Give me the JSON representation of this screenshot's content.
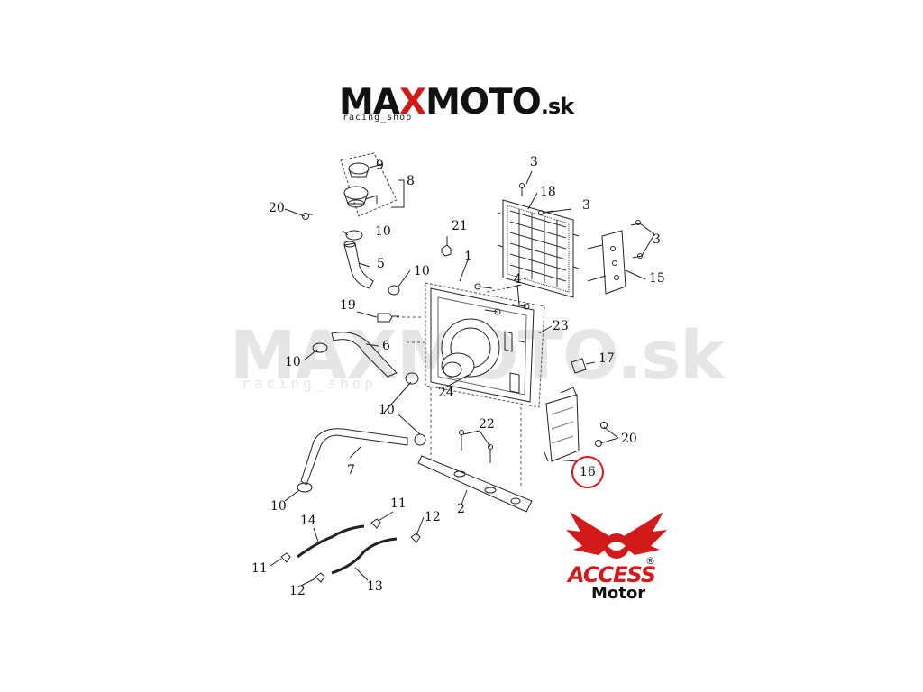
{
  "logo": {
    "name_part1": "MA",
    "name_accent": "X",
    "name_part2": "MOTO",
    "domain": ".sk",
    "tagline": "racing_shop"
  },
  "watermark": {
    "text": "MAXMOTO.sk",
    "sub": "racing_shop"
  },
  "brand": {
    "name": "ACCESS",
    "sub": "Motor",
    "reg": "®"
  },
  "colors": {
    "accent": "#d21a1a",
    "line": "#222222",
    "watermark": "#e6e6e6"
  },
  "callouts": [
    {
      "id": "c1",
      "label": "1"
    },
    {
      "id": "c2",
      "label": "2"
    },
    {
      "id": "c3a",
      "label": "3"
    },
    {
      "id": "c3b",
      "label": "3"
    },
    {
      "id": "c3c",
      "label": "3"
    },
    {
      "id": "c4",
      "label": "4"
    },
    {
      "id": "c5",
      "label": "5"
    },
    {
      "id": "c6",
      "label": "6"
    },
    {
      "id": "c7",
      "label": "7"
    },
    {
      "id": "c8",
      "label": "8"
    },
    {
      "id": "c9",
      "label": "9"
    },
    {
      "id": "c10a",
      "label": "10"
    },
    {
      "id": "c10b",
      "label": "10"
    },
    {
      "id": "c10c",
      "label": "10"
    },
    {
      "id": "c10d",
      "label": "10"
    },
    {
      "id": "c10e",
      "label": "10"
    },
    {
      "id": "c11a",
      "label": "11"
    },
    {
      "id": "c11b",
      "label": "11"
    },
    {
      "id": "c12a",
      "label": "12"
    },
    {
      "id": "c12b",
      "label": "12"
    },
    {
      "id": "c13",
      "label": "13"
    },
    {
      "id": "c14",
      "label": "14"
    },
    {
      "id": "c15",
      "label": "15"
    },
    {
      "id": "c16",
      "label": "16",
      "highlighted": true
    },
    {
      "id": "c17",
      "label": "17"
    },
    {
      "id": "c18",
      "label": "18"
    },
    {
      "id": "c19",
      "label": "19"
    },
    {
      "id": "c20a",
      "label": "20"
    },
    {
      "id": "c20b",
      "label": "20"
    },
    {
      "id": "c21",
      "label": "21"
    },
    {
      "id": "c22",
      "label": "22"
    },
    {
      "id": "c23",
      "label": "23"
    },
    {
      "id": "c24",
      "label": "24"
    }
  ]
}
